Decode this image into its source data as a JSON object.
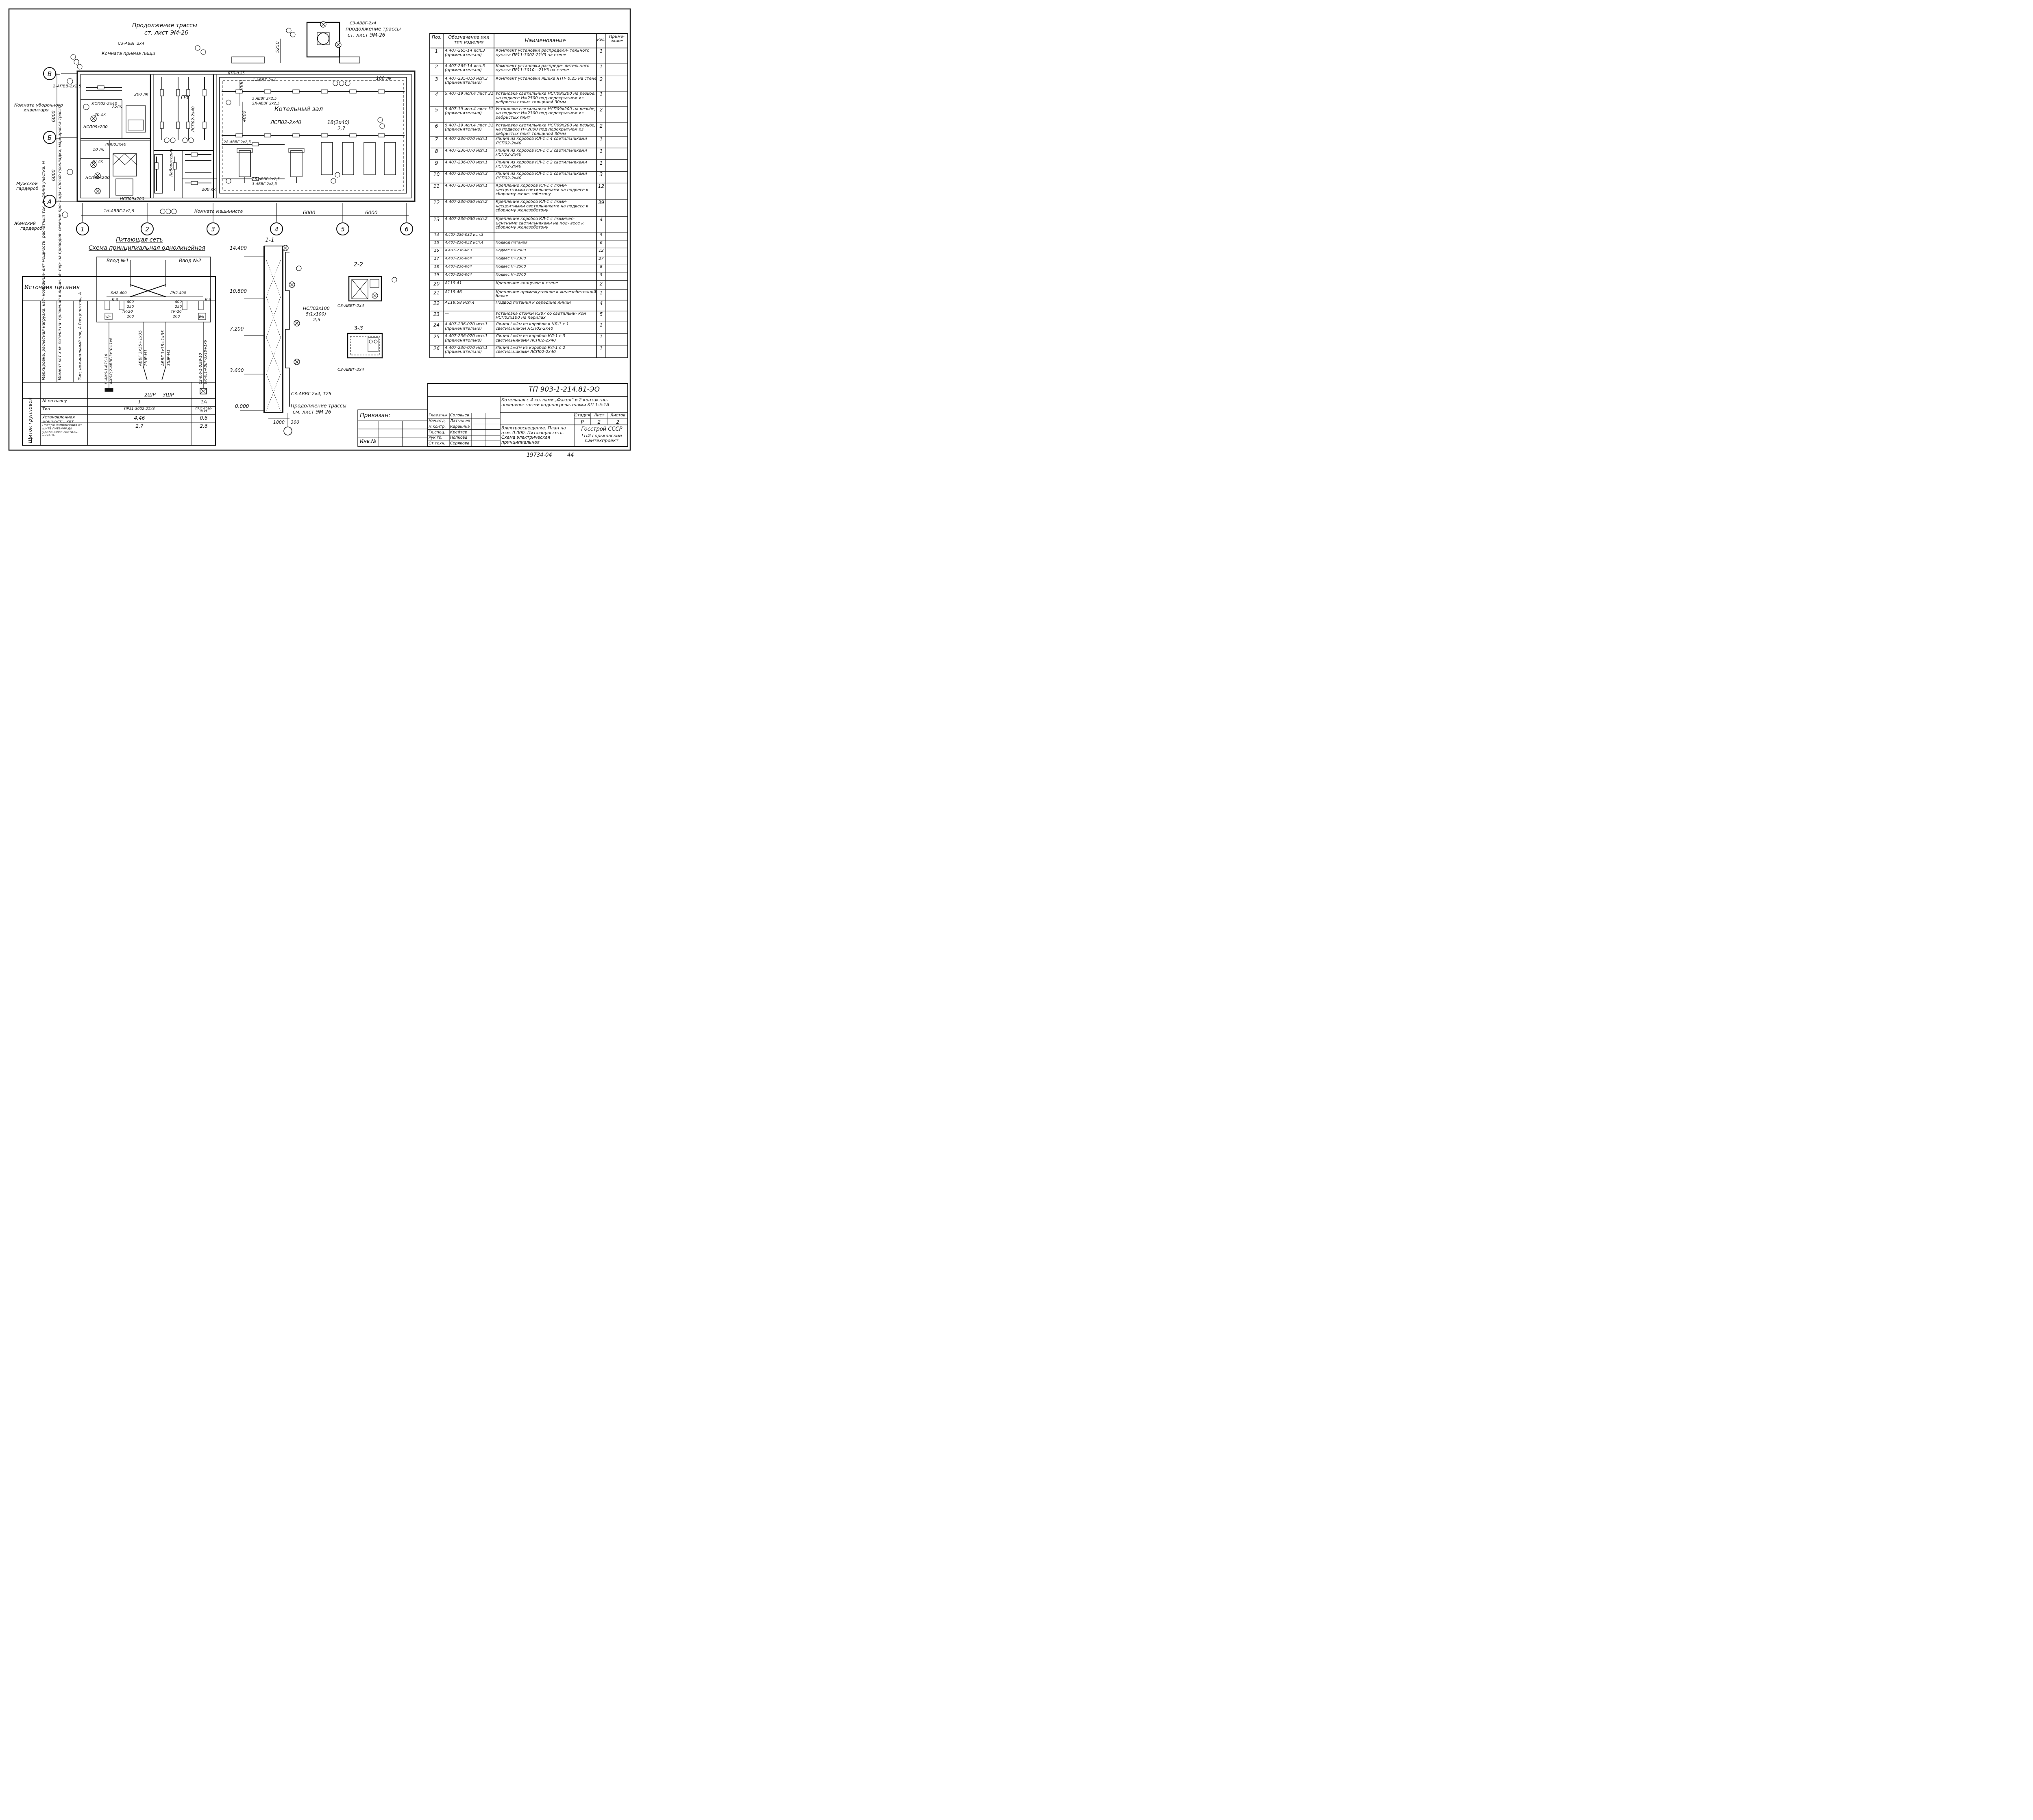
{
  "drawing": {
    "continuation_top": "Продолжение трассы",
    "continuation_top_ref": "ст. лист ЭМ-26",
    "continuation_right": "продолжение трассы",
    "continuation_right_ref": "ст. лист ЭМ-26",
    "continuation_section": "Продолжение трассы",
    "continuation_section_ref": "см. лист ЭМ-26",
    "rooms": {
      "meal_room": "Комната приема пищи",
      "cleaning_room_1": "Комната уборочного",
      "cleaning_room_2": "инвентаря",
      "boiler_hall": "Котельный зал",
      "mens_wardrobe_1": "Мужской",
      "mens_wardrobe_2": "гардероб",
      "womens_wardrobe_1": "Женский",
      "womens_wardrobe_2": "гардероб",
      "machinist_room": "Комната машиниста",
      "lab": "Лаборатория",
      "gru": "ГРУ"
    },
    "cables": {
      "c1": "С3-АВВГ 2х4",
      "c2": "С3-АВВГ-2х4",
      "c3": "4-АВВГ-2х4",
      "c4": "1Н-АВВГ-2х2,5",
      "c5": "2-АПВВ-2х2,5",
      "c6": "3 АВВГ 2х2,5",
      "c7": "2Л-АВВГ 2х2,5",
      "c8": "2А-АВВГ 2х2,5",
      "c9": "2Л-АВВГ-2х2,5",
      "c10": "3-АВВГ-2х2,5",
      "c11": "С3-АВВГ 2х4, Т25",
      "c12": "С3-АВВГ-2х4"
    },
    "fixtures": {
      "f1": "ЛСП02-2х40",
      "f2": "ЛСП02-2х40",
      "f3": "ЛСП02-2х40",
      "f4": "НСП09х200",
      "f5": "НСП09х200",
      "f6": "НСП09х200",
      "f7": "ЛП003х40",
      "f8": "100 лк",
      "f9": "200 лк",
      "f10": "75лк",
      "f11": "20 лк",
      "f12": "10 лк",
      "f13": "20 лк",
      "f14": "200 лк",
      "f15": "18(2х40)",
      "f16": "2,7",
      "f17": "ЯТП-0,25",
      "f18": "НСП02х100",
      "f19": "5(1х100)",
      "f20": "2,5"
    },
    "axes": {
      "letters": [
        "В",
        "Б",
        "А"
      ],
      "numbers": [
        "1",
        "2",
        "3",
        "4",
        "5",
        "6"
      ],
      "dim_6000": "6000",
      "dim_5250": "5250",
      "dim_4000": "4000",
      "dim_2000": "2000",
      "dim_1800": "1800",
      "dim_300": "300"
    },
    "section_labels": {
      "s11": "1-1",
      "s22": "2-2",
      "s33": "3-3",
      "elev1": "14.400",
      "elev2": "10.800",
      "elev3": "7.200",
      "elev4": "3.600",
      "elev5": "0.000"
    },
    "network_title": "Питающая сеть",
    "scheme_title": "Схема принципиальная однолинейная",
    "scheme": {
      "input1": "Ввод №1",
      "input2": "Ввод №2",
      "sw1": "ЛН2-400",
      "sw2": "ЛН2-400",
      "ta1": "ТК-20",
      "ta2": "ТК-20",
      "v400": "400",
      "v250": "250",
      "v200": "200",
      "k3": "К-3",
      "wh": "Wh",
      "feeder1": "АВВГ 3х35+1х35",
      "feeder2": "АВВГ 3х35+1х35",
      "feeder1b": "2ШР-Н1",
      "feeder2b": "3ШР-Н1",
      "cab1": "2ШР",
      "cab2": "3ШР",
      "left_feed": "Н-4/46-1-67С-10",
      "left_feed2": "4/46-0,2-АВВГ-3х10+1х6",
      "right_feed": "С2-0,6-1-0,99-10",
      "right_feed2": "6/6-0,1-АВВГ-3х10+1х6"
    }
  },
  "supply_table": {
    "title": "Источник питания",
    "group_label": "Щиток групповой",
    "rot1": "Маркировка, расчетная нагрузка, квт- коэффици- ент мощности, расчетный ток, А- длина участка, м",
    "rot2": "Момент квт х м- потеря на- пряжения в линии, %- пер- на проводов- сечение про- вода- способ прокладки, маркировка трассы",
    "rot3": "Тип, номинальный ток, А Расцепитель, А",
    "rows": [
      {
        "label": "№ по плану",
        "v1": "1",
        "v2": "1А"
      },
      {
        "label": "Тип",
        "v1": "ПР11-3002-21У3",
        "v2": "ПР11-3010-21У3"
      },
      {
        "label": "Установленная мощность, квт",
        "v1": "4,46",
        "v2": "0,6"
      },
      {
        "label": "Потеря напряжения от щита питания до удаленного светиль- ника %",
        "v1": "2,7",
        "v2": "2,6"
      }
    ]
  },
  "spec": {
    "headers": {
      "pos": "Поз.",
      "code": "Обозначение или тип изделия",
      "name": "Наименование",
      "qty": "Кол.",
      "note": "Приме- чание"
    },
    "rows": [
      {
        "pos": "1",
        "code": "4.407-265-14 исп.3 (применительно)",
        "name": "Комплект установки распредели- тельного пункта ПР11-3002-21У3 на стене",
        "qty": "1"
      },
      {
        "pos": "2",
        "code": "4.407-265-14 исп.3 (применительно)",
        "name": "Комплект установки распреде- лительного пункта ПР11-3010- -21У3 на стене",
        "qty": "1"
      },
      {
        "pos": "3",
        "code": "4.407-235-010 исп.3 (применительно)",
        "name": "Комплект установки ящика ЯТП- 0,25 на стене",
        "qty": "2"
      },
      {
        "pos": "4",
        "code": "5.407-19 исп.4 лист 31",
        "name": "Установка светильника НСП09х200 на резьбе, на подвесе Н=2500 под перекрытием из ребристых плит толщиной 30мм",
        "qty": "1"
      },
      {
        "pos": "5",
        "code": "5.407-19 исп.4 лист 31 (применительно)",
        "name": "Установка светильника НСП09х200 на резьбе, на подвесе Н=2300 под перекрытием из ребристых плит",
        "qty": "2"
      },
      {
        "pos": "6",
        "code": "5.407-19 исп.4 лист 31 (применительно)",
        "name": "Установка светильника НСП09х200 на резьбе, на подвесе Н=2000 под перекрытием из ребристых плит толщиной 30мм",
        "qty": "2"
      },
      {
        "pos": "7",
        "code": "4.407-236-070 исп.1",
        "name": "Линия из коробов КЛ-1 с 4 светильниками ЛСП02-2х40",
        "qty": "1"
      },
      {
        "pos": "8",
        "code": "4.407-236-070 исп.1",
        "name": "Линия из коробов КЛ-1 с 3 светильниками ЛСП02-2х40",
        "qty": "1"
      },
      {
        "pos": "9",
        "code": "4.407-236-070 исп.1",
        "name": "Линия из коробов КЛ-1 с 2 светильниками ЛСП02-2х40",
        "qty": "1"
      },
      {
        "pos": "10",
        "code": "4.407-236-070 исп.3",
        "name": "Линия из коробов КЛ-1 с 5 светильниками ЛСП02-2х40",
        "qty": "3"
      },
      {
        "pos": "11",
        "code": "4.407-236-030 исп.1",
        "name": "Крепление коробов КЛ-1 с люми- несцентными светильниками на подвесе к сборному желе- зобетону",
        "qty": "12"
      },
      {
        "pos": "12",
        "code": "4.407-236-030 исп.2",
        "name": "Крепление коробов КЛ-1 с люми- несцентными светильниками на подвесе к сборному железобетону",
        "qty": "39"
      },
      {
        "pos": "13",
        "code": "4.407-236-030 исп.2",
        "name": "Крепление коробов КЛ-1 с люминес- центными светильниками на под- весе к сборному железобетону",
        "qty": "4"
      },
      {
        "pos": "14",
        "code": "4.407-236-032 исп.3",
        "name": "",
        "qty": "5"
      },
      {
        "pos": "15",
        "code": "4.407-236-032 исп.4",
        "name": "Подвод питания",
        "qty": "6"
      },
      {
        "pos": "16",
        "code": "4.407-236-063",
        "name": "Подвес Н=2500",
        "qty": "12"
      },
      {
        "pos": "17",
        "code": "4.407-236-064",
        "name": "Подвес Н=2300",
        "qty": "27"
      },
      {
        "pos": "18",
        "code": "4.407-236-064",
        "name": "Подвес Н=2500",
        "qty": "8"
      },
      {
        "pos": "19",
        "code": "4.407-236-064",
        "name": "Подвес Н=2700",
        "qty": "5"
      },
      {
        "pos": "20",
        "code": "А119.41",
        "name": "Крепление концевое к стене",
        "qty": "2"
      },
      {
        "pos": "21",
        "code": "А119.46",
        "name": "Крепление промежуточное к железобетонной балке",
        "qty": "1"
      },
      {
        "pos": "22",
        "code": "А119.58 исп.4",
        "name": "Подвод питания к середине линии",
        "qty": "4"
      },
      {
        "pos": "23",
        "code": "—",
        "name": "Установка стойки К387 со светильни- ком НСП02х100 на перилах",
        "qty": "5"
      },
      {
        "pos": "24",
        "code": "4.407-236-070 исп.1 (применительно)",
        "name": "Линия L=2м из коробов в КЛ-1 с 1 светильником ЛСП02-2х40",
        "qty": "1"
      },
      {
        "pos": "25",
        "code": "4.407-236-070 исп.1 (применительно)",
        "name": "Линия L=4м из коробов КЛ-1 с 3 светильниками ЛСП02-2х40",
        "qty": "1"
      },
      {
        "pos": "26",
        "code": "4.407-236-070 исп.1 (применительно)",
        "name": "Линия L=3м из коробов КЛ-1 с 2 светильниками ЛСП02-2х40",
        "qty": "1"
      }
    ]
  },
  "title_block": {
    "project": "ТП 903-1-214.81-ЭО",
    "project_desc": "Котельная с 4 котлами „Факел“ и 2 контактно- поверхностными водонагревателями КП 1-5-1А",
    "sheet_desc": "Электроосвещение. План на отм. 0.000. Питающая сеть. Схема электрическая принципиальная",
    "org1": "Госстрой СССР",
    "org2": "ГПИ Горьковский Сантехпроект",
    "stage_h": "Стадия",
    "sheet_h": "Лист",
    "sheets_h": "Листов",
    "stage": "Р",
    "sheet": "2",
    "sheets": "2",
    "privyazan": "Привязан:",
    "inv": "Инв.№",
    "roles": [
      {
        "role": "Глав.инж.пр.",
        "name": "Соловьев"
      },
      {
        "role": "Нач.отд.",
        "name": "Латыньев"
      },
      {
        "role": "Н.контр.",
        "name": "Каракина"
      },
      {
        "role": "Гл.спец.",
        "name": "Крейтер"
      },
      {
        "role": "Рук.гр.",
        "name": "Попкова"
      },
      {
        "role": "Ст.техн.",
        "name": "Серякова"
      }
    ],
    "sign": "Попкова"
  },
  "footer": {
    "archive": "19734-04",
    "page": "44"
  }
}
